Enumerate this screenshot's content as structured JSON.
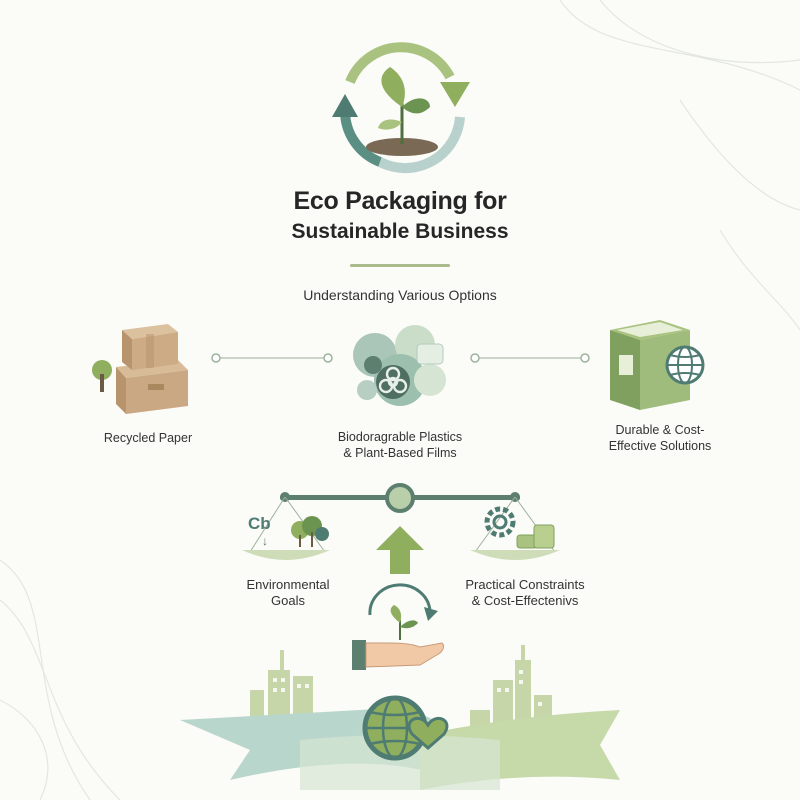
{
  "title": {
    "line1": "Eco Packaging for",
    "line2": "Sustainable Business"
  },
  "subtitle": "Understanding Various Options",
  "options": [
    {
      "label": "Recycled Paper",
      "icon": "cardboard-boxes-icon"
    },
    {
      "label_line1": "Biodoragrable Plastics",
      "label_line2": "& Plant-Based Films",
      "icon": "biohazard-blob-icon"
    },
    {
      "label_line1": "Durable & Cost-",
      "label_line2": "Effective Solutions",
      "icon": "box-globe-icon"
    }
  ],
  "balance": {
    "left_line1": "Environmental",
    "left_line2": "Goals",
    "left_icon_text": "Cb",
    "right_line1": "Practical Constraints",
    "right_line2": "& Cost-Effectenivs"
  },
  "colors": {
    "green_dark": "#5c7f6f",
    "green_mid": "#8fae74",
    "green_light": "#c6d6a8",
    "teal": "#4f7c72",
    "cardboard": "#c9a883"
  }
}
